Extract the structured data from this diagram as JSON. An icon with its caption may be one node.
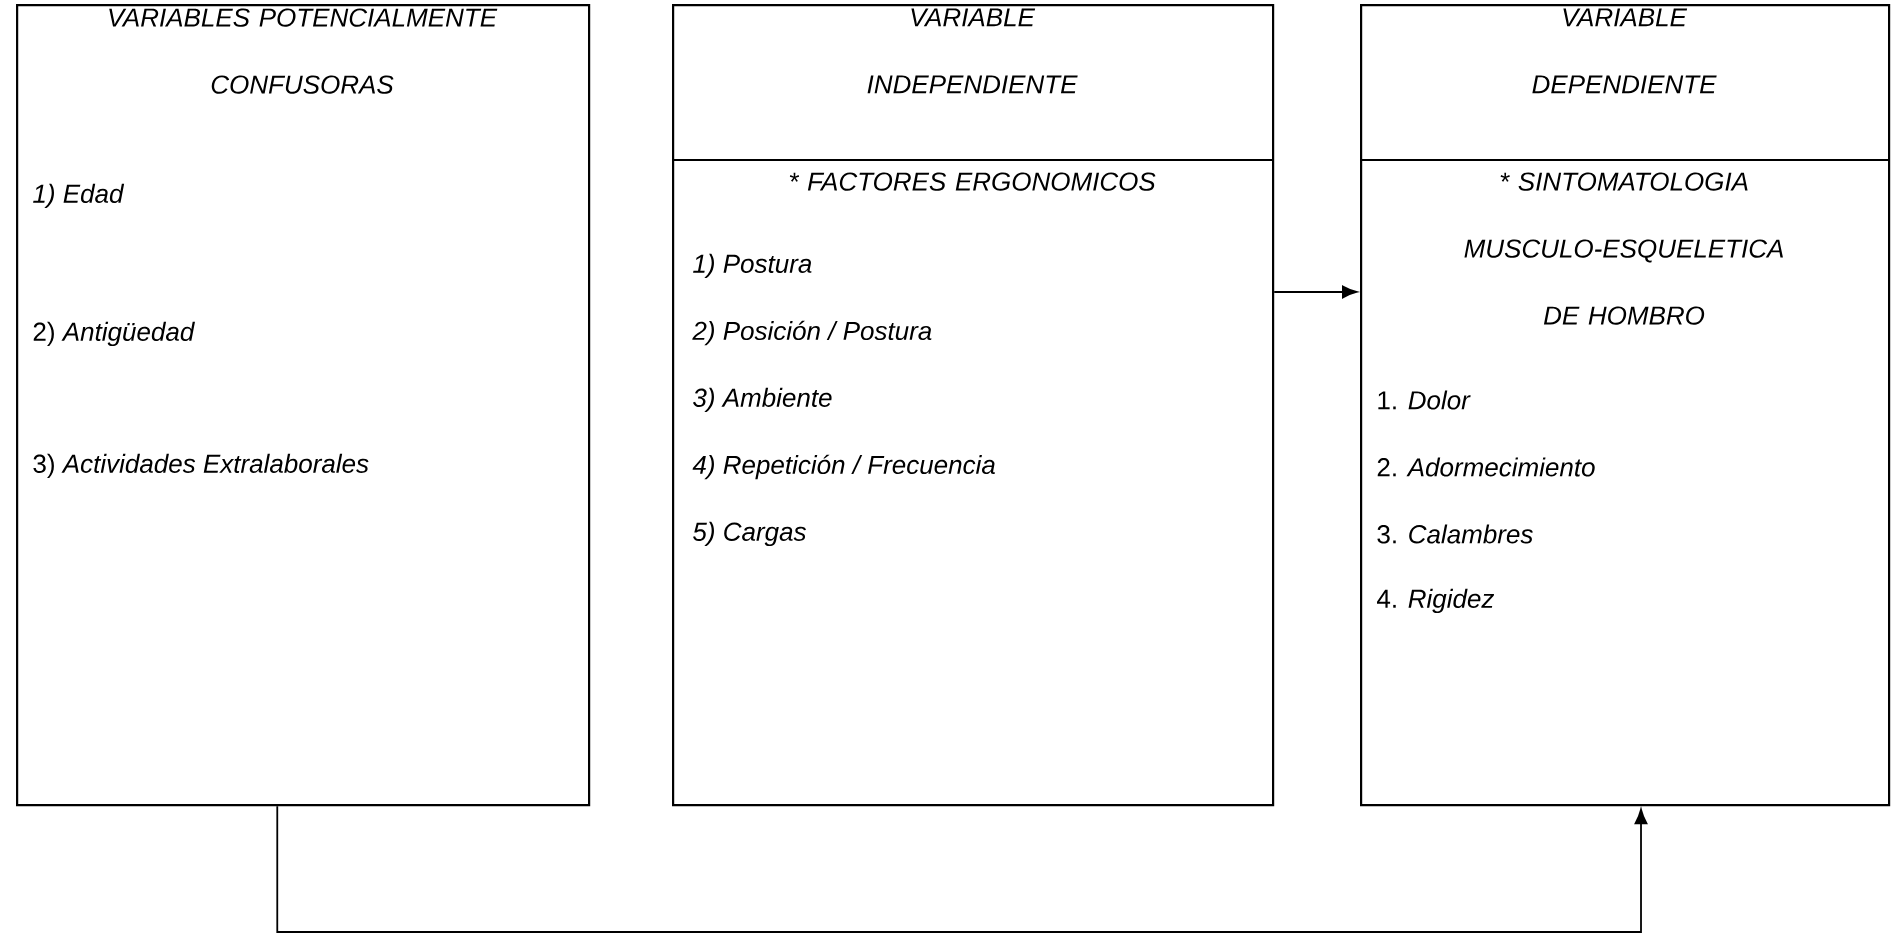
{
  "diagram": {
    "nodes": [
      {
        "text": [
          "VARIABLES POTENCIALMENTE CONFUSORAS",
          "1) *Edad*",
          "2) *Antigüedad*",
          "3) *Actividades Extralaborales*"
        ]
      },
      {
        "text": [
          "VARIABLE INDEPENDIENTE",
          "* FACTORES ERGONOMICOS",
          "1) Postura",
          "2) Posición / Postura",
          "3) Ambiente",
          "4) Repetición / Frecuencia",
          "5) Cargas"
        ]
      },
      {
        "text": [
          "VARIABLE DEPENDIENTE",
          "* SINTOMATOLOGIA MUSCULO-ESQUELETICA DE HOMBRO",
          "1. *Dolor*",
          "2. *Adormecimiento*",
          "3. *Calambres*",
          "4. *Rigidez*"
        ]
      }
    ],
    "edges": [
      {
        "from": 1,
        "to": 2,
        "arrow": "to"
      },
      {
        "from": 0,
        "to": 2,
        "arrow": "to"
      }
    ]
  }
}
